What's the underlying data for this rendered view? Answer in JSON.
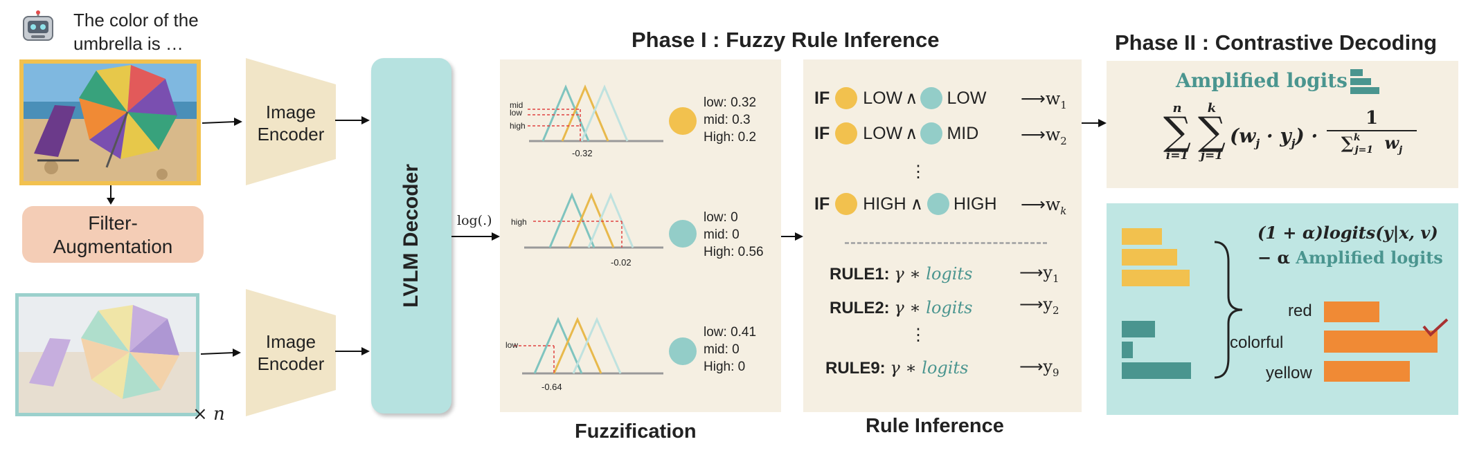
{
  "prompt": {
    "line1": "The color of the",
    "line2": "umbrella is …"
  },
  "filter_aug": {
    "line1": "Filter-",
    "line2": "Augmentation"
  },
  "encoders": {
    "top": [
      "Image",
      "Encoder"
    ],
    "bottom": [
      "Image",
      "Encoder"
    ]
  },
  "times_n": "× n",
  "decoder": {
    "label": "LVLM Decoder"
  },
  "log_label": "log(.)",
  "phase1": {
    "title": "Phase I : Fuzzy Rule Inference"
  },
  "phase2": {
    "title": "Phase II : Contrastive Decoding"
  },
  "fuzzification": {
    "caption": "Fuzzification",
    "rows": [
      {
        "tick": "-0.32",
        "markers": [
          "mid",
          "low",
          "high"
        ],
        "values": [
          "low: 0.32",
          "mid: 0.3",
          "High: 0.2"
        ],
        "dot_color": "#f2c14e"
      },
      {
        "tick": "-0.02",
        "markers": [
          "high"
        ],
        "values": [
          "low: 0",
          "mid: 0",
          "High: 0.56"
        ],
        "dot_color": "#93cdc8"
      },
      {
        "tick": "-0.64",
        "markers": [
          "low"
        ],
        "values": [
          "low: 0.41",
          "mid: 0",
          "High: 0"
        ],
        "dot_color": "#93cdc8"
      }
    ]
  },
  "rule_inference": {
    "caption": "Rule Inference",
    "if_word": "IF",
    "and_symbol": "∧",
    "rules": [
      {
        "a": "LOW",
        "b": "LOW",
        "w": "w",
        "sub": "1"
      },
      {
        "a": "LOW",
        "b": "MID",
        "w": "w",
        "sub": "2"
      },
      {
        "a": "HIGH",
        "b": "HIGH",
        "w": "w",
        "sub": "k"
      }
    ],
    "vdots": "⋮",
    "outputs": [
      {
        "rule": "RULE1:",
        "y": "y",
        "sub": "1"
      },
      {
        "rule": "RULE2:",
        "y": "y",
        "sub": "2"
      },
      {
        "rule": "RULE9:",
        "y": "y",
        "sub": "9"
      }
    ],
    "gamma_expr": "γ ∗ ",
    "logits_word": "logits"
  },
  "amplified": {
    "title": "Amplified logits",
    "sum_n": "n",
    "sum_i": "i=1",
    "sum_k": "k",
    "sum_j": "j=1",
    "term": "(w",
    "one": "1",
    "denom_sum": "∑",
    "denom_k": "k",
    "denom_j": "j=1",
    "denom_w": "w"
  },
  "contrastive": {
    "line1": "(1 + α)logits(y|x, v)",
    "line2_prefix": "− α ",
    "line2_teal": "Amplified logits",
    "labels": [
      "red",
      "colorful",
      "yellow"
    ],
    "colors": {
      "yellow_bar": "#f2c14e",
      "teal_bar": "#4a958f",
      "orange_bar": "#f08a35",
      "check": "#a83232"
    }
  },
  "colors": {
    "beige": "#f5efe2",
    "teal_panel": "#bfe6e3",
    "decoder": "#b6e2e0",
    "filter_box": "#f4cdb6",
    "encoder": "#f1e5c7",
    "yellow_dot": "#f2c14e",
    "teal_dot": "#93cdc8"
  }
}
